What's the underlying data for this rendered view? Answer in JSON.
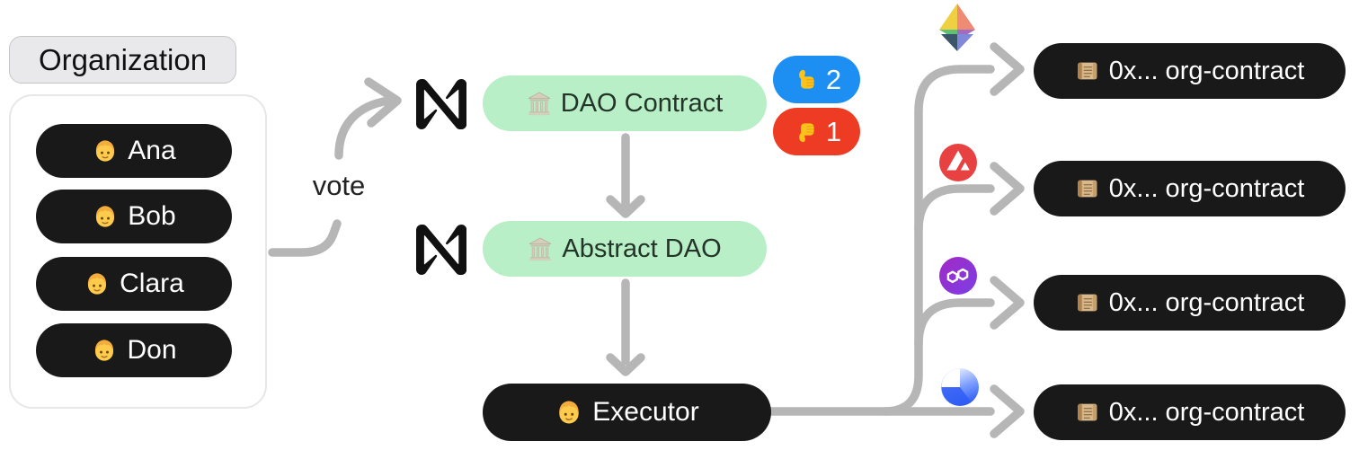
{
  "organization": {
    "label": "Organization",
    "members": [
      {
        "icon": "person-icon",
        "name": "Ana"
      },
      {
        "icon": "person-icon",
        "name": "Bob"
      },
      {
        "icon": "person-icon",
        "name": "Clara"
      },
      {
        "icon": "person-icon",
        "name": "Don"
      }
    ]
  },
  "flow": {
    "vote_label": "vote",
    "near_logo_icon": "near-logo-icon",
    "dao_contract": {
      "icon": "bank-icon",
      "label": "DAO Contract"
    },
    "abstract_dao": {
      "icon": "bank-icon",
      "label": "Abstract DAO"
    },
    "executor": {
      "icon": "person-icon",
      "label": "Executor"
    }
  },
  "votes": {
    "up": {
      "icon": "thumbs-up-icon",
      "count": "2",
      "color": "#1d8ff2"
    },
    "down": {
      "icon": "thumbs-down-icon",
      "count": "1",
      "color": "#ee3c24"
    }
  },
  "chains": [
    {
      "chain_icon": "ethereum-icon",
      "contract": {
        "icon": "scroll-icon",
        "label": "0x... org-contract"
      }
    },
    {
      "chain_icon": "avalanche-icon",
      "contract": {
        "icon": "scroll-icon",
        "label": "0x... org-contract"
      }
    },
    {
      "chain_icon": "polygon-icon",
      "contract": {
        "icon": "scroll-icon",
        "label": "0x... org-contract"
      }
    },
    {
      "chain_icon": "blue-sphere-icon",
      "contract": {
        "icon": "scroll-icon",
        "label": "0x... org-contract"
      }
    }
  ],
  "colors": {
    "node_green": "#b9efc6",
    "node_dark": "#191919",
    "vote_up_blue": "#1d8ff2",
    "vote_down_red": "#ee3c24",
    "connector_gray": "#b6b6b6",
    "org_label_bg": "#e9e9eb"
  }
}
